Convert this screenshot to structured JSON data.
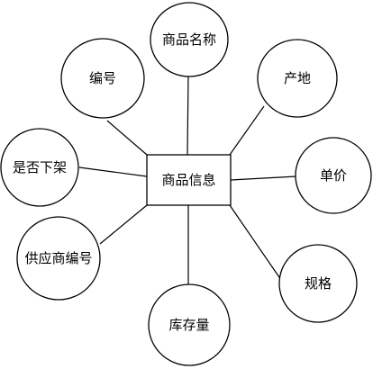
{
  "entity": {
    "label": "商品信息"
  },
  "attributes": [
    {
      "id": "name",
      "label": "商品名称"
    },
    {
      "id": "code",
      "label": "编号"
    },
    {
      "id": "origin",
      "label": "产地"
    },
    {
      "id": "offshelf",
      "label": "是否下架"
    },
    {
      "id": "price",
      "label": "单价"
    },
    {
      "id": "supplier",
      "label": "供应商编号"
    },
    {
      "id": "spec",
      "label": "规格"
    },
    {
      "id": "stock",
      "label": "库存量"
    }
  ]
}
